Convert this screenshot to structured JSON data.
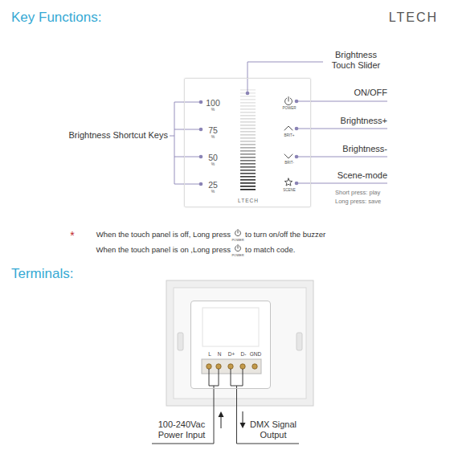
{
  "diagram": {
    "title": "Key Functions:",
    "nodes": [
      {
        "text": [
          "100",
          "%",
          "75",
          "%",
          "50",
          "%",
          "25",
          "%",
          "POWER",
          "BRIT+",
          "BRIT-",
          "SCENE",
          "LTECH"
        ]
      },
      {
        "text": [
          "L",
          "N",
          "D+",
          "D-",
          "GND"
        ]
      }
    ],
    "labels": [
      "LTECH",
      "Brightness Touch Slider",
      "ON/OFF",
      "Brightness+",
      "Brightness-",
      "Scene-mode",
      "Short press: play",
      "Long press: save",
      "Brightness Shortcut Keys",
      "*",
      "When the touch panel is off, Long press",
      "POWER",
      "to turn on/off the buzzer",
      "When the touch panel is on ,Long press",
      "POWER",
      "to match code.",
      "Terminals:",
      "100-240Vac Power Input",
      "DMX Signal Output"
    ]
  }
}
